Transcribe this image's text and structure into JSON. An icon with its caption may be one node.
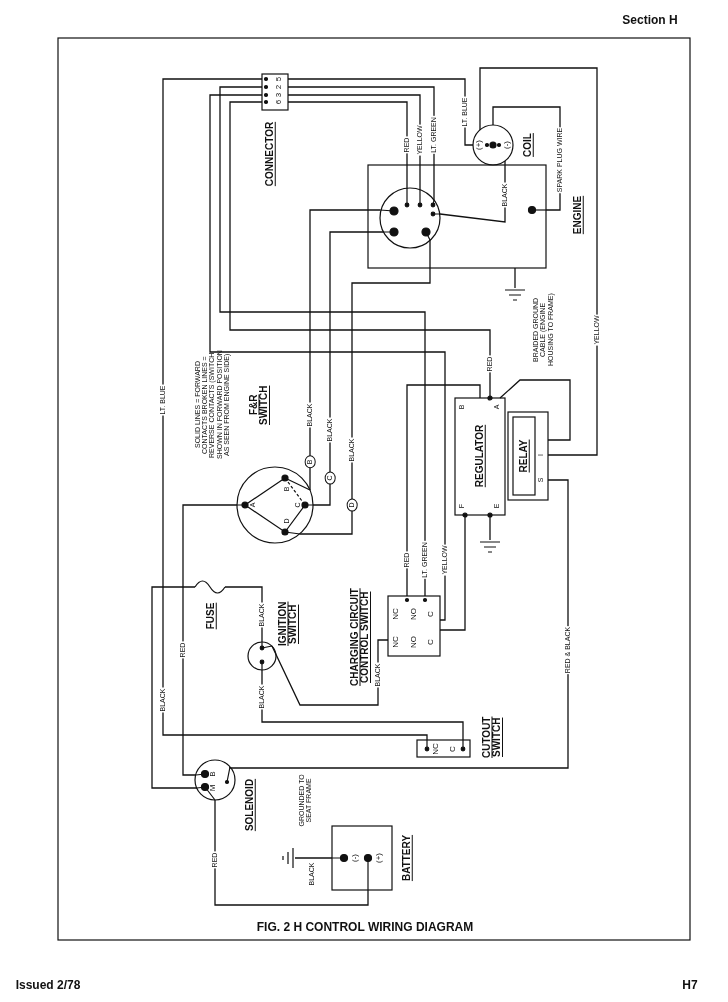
{
  "diagram": {
    "caption": "FIG. 2 H  CONTROL WIRING DIAGRAM",
    "nodes": [
      {
        "text": [
          "CONNECTOR"
        ]
      },
      {
        "text": [
          "COIL"
        ]
      },
      {
        "text": [
          "ENGINE"
        ]
      },
      {
        "text": [],
        "shape": "circle",
        "in": 2
      },
      {
        "text": [
          "F&R SWITCH"
        ]
      },
      {
        "text": [
          "REGULATOR"
        ]
      },
      {
        "text": [
          "RELAY"
        ]
      },
      {
        "text": [
          "FUSE"
        ]
      },
      {
        "text": [
          "IGNITION SWITCH"
        ]
      },
      {
        "text": [
          "CHARGING CIRCUIT CONTROL SWITCH"
        ]
      },
      {
        "text": [
          "CUTOUT SWITCH"
        ]
      },
      {
        "text": [
          "SOLENOID"
        ]
      },
      {
        "text": [
          "BATTERY"
        ]
      },
      {
        "text": [],
        "shape": "ground"
      },
      {
        "text": [],
        "shape": "ground"
      },
      {
        "text": [],
        "shape": "ground"
      }
    ],
    "edges": [
      {
        "from": 0,
        "to": 1,
        "arrow": "none",
        "label": "LT. BLUE"
      },
      {
        "from": 0,
        "to": 3,
        "arrow": "none",
        "label": "RED"
      },
      {
        "from": 0,
        "to": 3,
        "arrow": "none",
        "label": "YELLOW"
      },
      {
        "from": 0,
        "to": 3,
        "arrow": "none",
        "label": "LT. GREEN"
      },
      {
        "from": 1,
        "to": 3,
        "arrow": "none",
        "label": "BLACK"
      },
      {
        "from": 1,
        "to": 2,
        "arrow": "none",
        "label": "SPARK PLUG WIRE"
      },
      {
        "from": 2,
        "to": 13,
        "arrow": "none",
        "label": "BRAIDED GROUND CABLE (ENGINE HOUSING TO FRAME)"
      },
      {
        "from": 1,
        "to": 6,
        "arrow": "none",
        "label": "YELLOW"
      },
      {
        "from": 3,
        "to": 4,
        "arrow": "none",
        "label": "BLACK"
      },
      {
        "from": 3,
        "to": 4,
        "arrow": "none",
        "label": "BLACK"
      },
      {
        "from": 3,
        "to": 4,
        "arrow": "none",
        "label": "BLACK"
      },
      {
        "from": 0,
        "to": 5,
        "arrow": "none",
        "label": "RED"
      },
      {
        "from": 9,
        "to": 5,
        "arrow": "none",
        "label": "RED"
      },
      {
        "from": 0,
        "to": 9,
        "arrow": "none",
        "label": "LT. GREEN"
      },
      {
        "from": 0,
        "to": 9,
        "arrow": "none",
        "label": "YELLOW"
      },
      {
        "from": 5,
        "to": 9,
        "arrow": "none"
      },
      {
        "from": 5,
        "to": 6,
        "arrow": "none"
      },
      {
        "from": 5,
        "to": 14,
        "arrow": "none"
      },
      {
        "from": 4,
        "to": 11,
        "arrow": "none",
        "label": "RED"
      },
      {
        "from": 11,
        "to": 7,
        "arrow": "none"
      },
      {
        "from": 7,
        "to": 8,
        "arrow": "none",
        "label": "BLACK"
      },
      {
        "from": 8,
        "to": 9,
        "arrow": "none",
        "label": "BLACK"
      },
      {
        "from": 8,
        "to": 10,
        "arrow": "none",
        "label": "BLACK"
      },
      {
        "from": 0,
        "to": 10,
        "arrow": "none",
        "label": "LT. BLUE"
      },
      {
        "from": 11,
        "to": 6,
        "arrow": "none",
        "label": "RED & BLACK"
      },
      {
        "from": 11,
        "to": 12,
        "arrow": "none",
        "label": "RED"
      },
      {
        "from": 12,
        "to": 15,
        "arrow": "none",
        "label": "BLACK"
      }
    ],
    "labels": [
      "Section H",
      "6",
      "3",
      "2",
      "5",
      "(+)",
      "(-)",
      "SOLID LINES = FORWARD CONTACTS BROKEN LINES = REVERSE CONTACTS (SWITCH SHOWN IN FORWARD POSITION AS SEEN FROM ENGINE SIDE)",
      "A",
      "B",
      "C",
      "D",
      "B",
      "C",
      "D",
      "B",
      "A",
      "F",
      "E",
      "I",
      "S",
      "NC",
      "NC",
      "NO",
      "NO",
      "C",
      "C",
      "BLACK",
      "GROUNDED TO SEAT FRAME",
      "NC",
      "C",
      "B",
      "M",
      "(-)",
      "(+)",
      "Issued 2/78",
      "H7"
    ]
  }
}
